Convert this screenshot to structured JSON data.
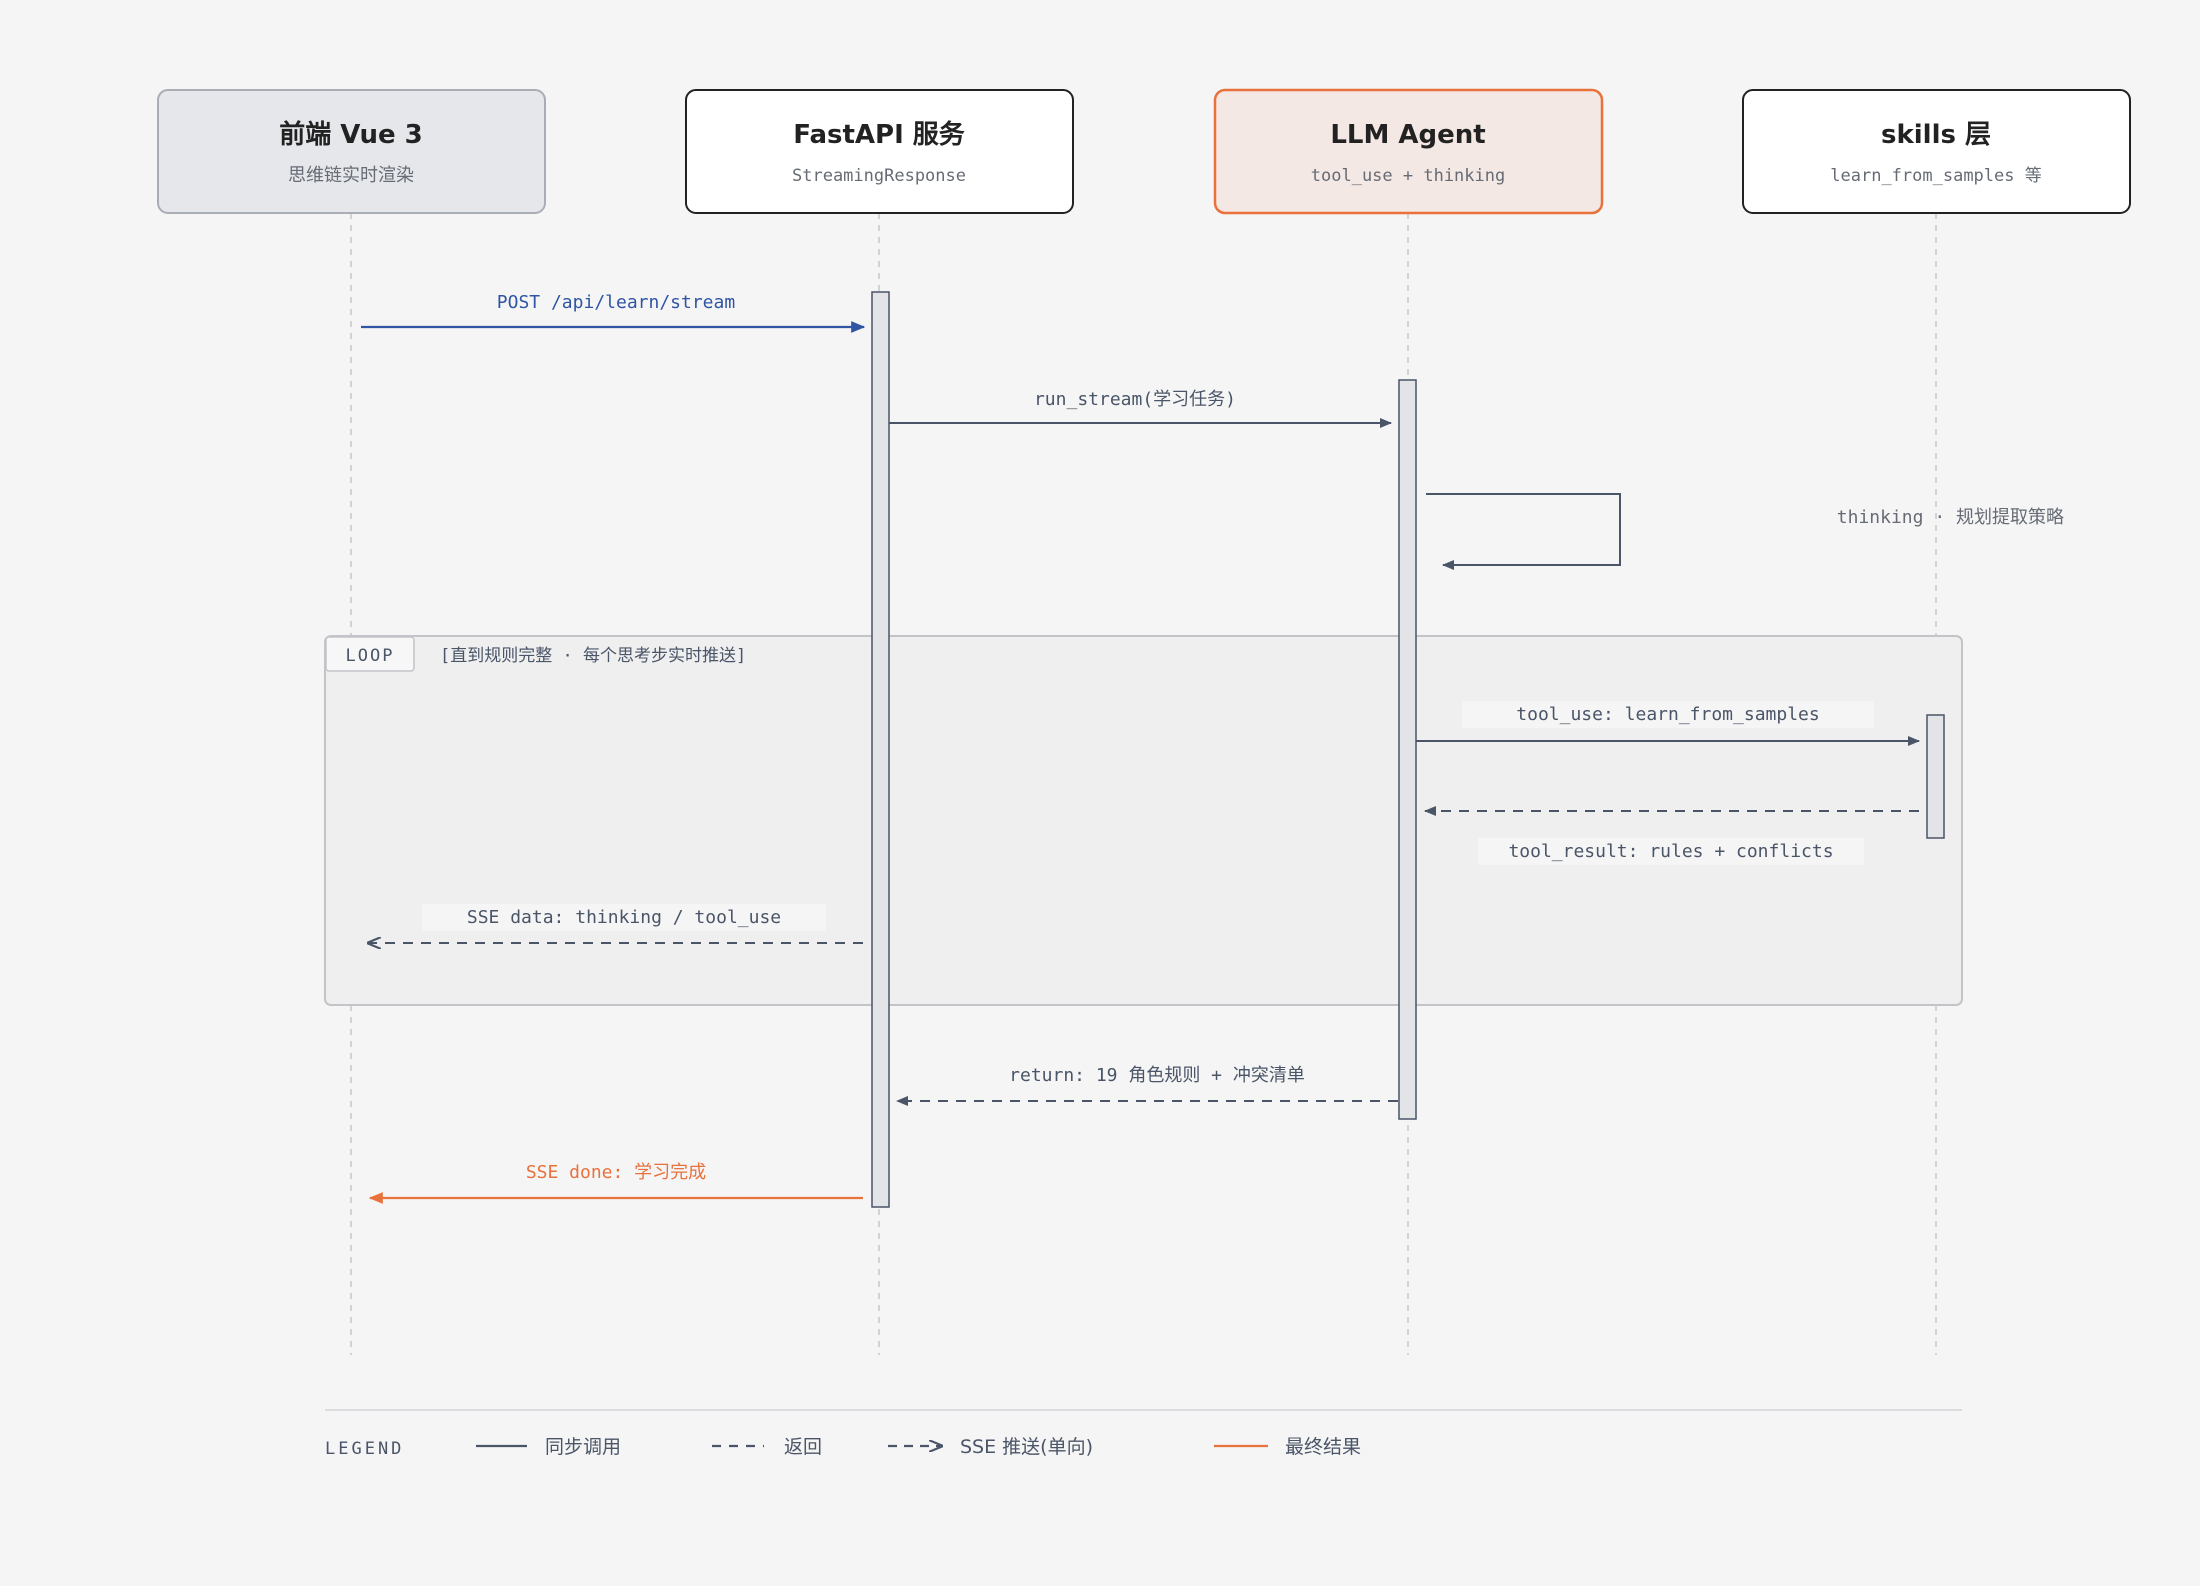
{
  "participants": [
    {
      "title": "前端 Vue 3",
      "subtitle": "思维链实时渲染",
      "style": "gray"
    },
    {
      "title": "FastAPI 服务",
      "subtitle": "StreamingResponse",
      "style": "white"
    },
    {
      "title": "LLM Agent",
      "subtitle": "tool_use + thinking",
      "style": "accent"
    },
    {
      "title": "skills 层",
      "subtitle": "learn_from_samples 等",
      "style": "white"
    }
  ],
  "messages": {
    "post": "POST /api/learn/stream",
    "run_stream": "run_stream(学习任务)",
    "thinking": "thinking · 规划提取策略",
    "tool_use": "tool_use: learn_from_samples",
    "tool_result": "tool_result: rules + conflicts",
    "sse_data": "SSE data: thinking / tool_use",
    "return": "return: 19 角色规则 + 冲突清单",
    "sse_done": "SSE done: 学习完成"
  },
  "loop": {
    "tag": "LOOP",
    "condition": "[直到规则完整 · 每个思考步实时推送]"
  },
  "legend": {
    "title": "LEGEND",
    "sync": "同步调用",
    "return": "返回",
    "sse": "SSE 推送(单向)",
    "final": "最终结果"
  },
  "colors": {
    "background": "#f5f5f5",
    "ink": "#4a5568",
    "text": "#222222",
    "muted": "#666b75",
    "request_blue": "#2f55a4",
    "accent_orange": "#e8713c",
    "accent_fill": "#f4e8e4",
    "gray_fill": "#e6e7ea",
    "gray_border": "#a9adb5"
  }
}
